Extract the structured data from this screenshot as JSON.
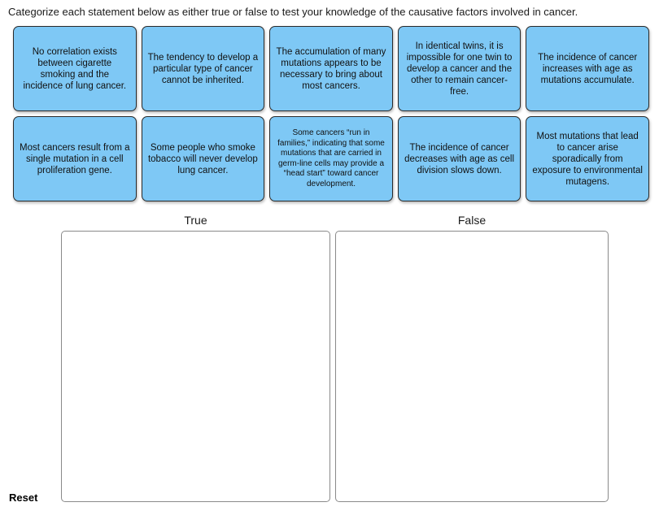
{
  "prompt": "Categorize each statement below as either true or false to test your knowledge of the causative factors involved in cancer.",
  "cards": [
    {
      "id": "card-1",
      "text": "No correlation exists between cigarette smoking and the incidence of lung cancer.",
      "dense": false
    },
    {
      "id": "card-2",
      "text": "The tendency to develop a particular type of cancer cannot be inherited.",
      "dense": false
    },
    {
      "id": "card-3",
      "text": "The accumulation of many mutations appears to be necessary to bring about most cancers.",
      "dense": false
    },
    {
      "id": "card-4",
      "text": "In identical twins, it is impossible for one twin to develop a cancer and the other to remain cancer-free.",
      "dense": false
    },
    {
      "id": "card-5",
      "text": "The incidence of cancer increases with age as mutations accumulate.",
      "dense": false
    },
    {
      "id": "card-6",
      "text": "Most cancers result from a single mutation in a cell proliferation gene.",
      "dense": false
    },
    {
      "id": "card-7",
      "text": "Some people who smoke tobacco will never develop lung cancer.",
      "dense": false
    },
    {
      "id": "card-8",
      "text": "Some cancers “run in families,” indicating that some mutations that are carried in germ-line cells may provide a “head start” toward cancer development.",
      "dense": true
    },
    {
      "id": "card-9",
      "text": "The incidence of cancer decreases with age as cell division slows down.",
      "dense": false
    },
    {
      "id": "card-10",
      "text": "Most mutations that lead to cancer arise sporadically from exposure to environmental mutagens.",
      "dense": false
    }
  ],
  "zones": {
    "true_label": "True",
    "false_label": "False",
    "true_items": [],
    "false_items": []
  },
  "reset_label": "Reset",
  "colors": {
    "card_fill": "#7ec8f5",
    "card_border": "#2a2a2a",
    "zone_border": "#8a8a8a",
    "text": "#1a1a1a",
    "page_background": "#ffffff"
  }
}
